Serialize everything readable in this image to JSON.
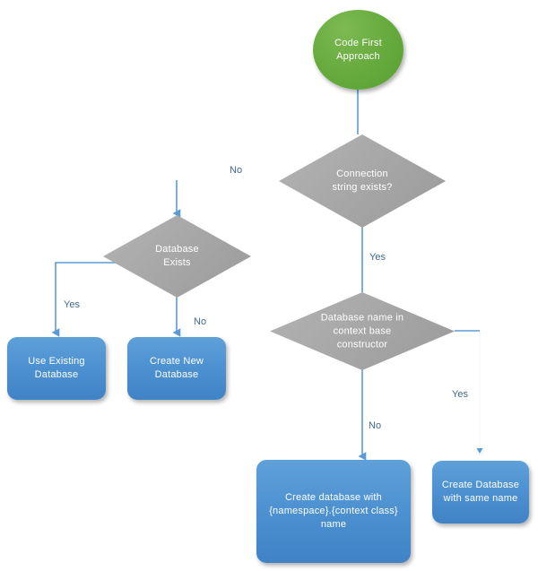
{
  "diagram": {
    "title": "Code First Approach database creation flowchart",
    "colors": {
      "start_green": "#6cae43",
      "decision_gray": "#a8a8a8",
      "process_blue": "#4e92d2",
      "connector_blue": "#5b9bd5",
      "label_text": "#41698c",
      "canvas": "#ffffff"
    },
    "nodes": [
      {
        "id": "start",
        "type": "ellipse",
        "label": "Code First Approach"
      },
      {
        "id": "conn_string",
        "type": "diamond",
        "label": "Connection string exists?"
      },
      {
        "id": "db_exists",
        "type": "diamond",
        "label": "Database Exists"
      },
      {
        "id": "db_name_ctx",
        "type": "diamond",
        "label": "Database name in context base constructor"
      },
      {
        "id": "use_existing",
        "type": "box",
        "label": "Use Existing Database"
      },
      {
        "id": "create_new",
        "type": "box",
        "label": "Create New Database"
      },
      {
        "id": "create_ns",
        "type": "box",
        "label": "Create database with {namespace}.{context class} name"
      },
      {
        "id": "create_same",
        "type": "box",
        "label": "Create Database with same name"
      }
    ],
    "node_lines": {
      "start": [
        "Code First",
        "Approach"
      ],
      "conn_string": [
        "Connection",
        "string exists?"
      ],
      "db_exists": [
        "Database",
        "Exists"
      ],
      "db_name_ctx": [
        "Database name in",
        "context base",
        "constructor"
      ],
      "use_existing": [
        "Use Existing",
        "Database"
      ],
      "create_new": [
        "Create New",
        "Database"
      ],
      "create_ns": [
        "Create database with",
        "{namespace}.{context class}",
        "name"
      ],
      "create_same": [
        "Create Database",
        "with same name"
      ]
    },
    "edges": [
      {
        "id": "e1",
        "from": "start",
        "to": "conn_string",
        "label": ""
      },
      {
        "id": "e2",
        "from": "conn_string",
        "to": "db_exists",
        "label": "No"
      },
      {
        "id": "e3",
        "from": "conn_string",
        "to": "db_name_ctx",
        "label": "Yes"
      },
      {
        "id": "e4",
        "from": "db_exists",
        "to": "use_existing",
        "label": "Yes"
      },
      {
        "id": "e5",
        "from": "db_exists",
        "to": "create_new",
        "label": "No"
      },
      {
        "id": "e6",
        "from": "db_name_ctx",
        "to": "create_ns",
        "label": "No"
      },
      {
        "id": "e7",
        "from": "db_name_ctx",
        "to": "create_same",
        "label": "Yes"
      }
    ],
    "edge_labels": {
      "no_top": "No",
      "yes_conn": "Yes",
      "yes_exists": "Yes",
      "no_exists": "No",
      "no_ctx": "No",
      "yes_ctx": "Yes"
    }
  }
}
